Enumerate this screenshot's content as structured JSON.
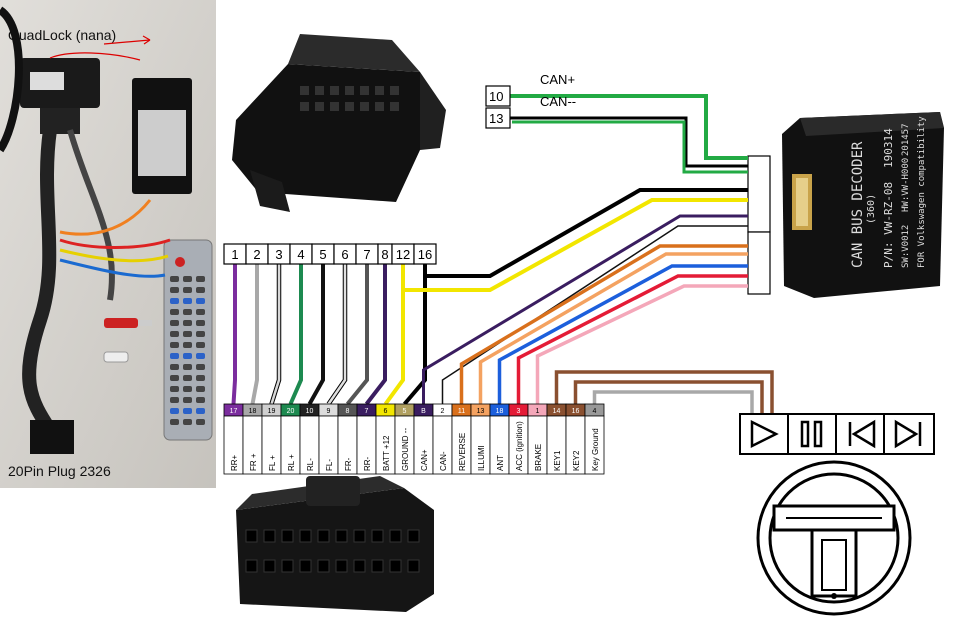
{
  "photo": {
    "top_label": "QuadLock (nana)",
    "bottom_label": "20Pin Plug 2326"
  },
  "quadlock_pins": [
    "1",
    "2",
    "3",
    "4",
    "5",
    "6",
    "7",
    "8",
    "12",
    "16"
  ],
  "can_inputs": [
    {
      "pin": "10",
      "label": "CAN+"
    },
    {
      "pin": "13",
      "label": "CAN--"
    }
  ],
  "plug_20pin": [
    {
      "num": "17",
      "signal": "RR+"
    },
    {
      "num": "18",
      "signal": "FR +"
    },
    {
      "num": "19",
      "signal": "FL +"
    },
    {
      "num": "20",
      "signal": "RL +"
    },
    {
      "num": "10",
      "signal": "RL-"
    },
    {
      "num": "9",
      "signal": "FL-"
    },
    {
      "num": "8",
      "signal": "FR-"
    },
    {
      "num": "7",
      "signal": "RR-"
    },
    {
      "num": "6",
      "signal": "BATT +12"
    },
    {
      "num": "5",
      "signal": "GROUND --"
    },
    {
      "num": "B",
      "signal": "CAN+"
    },
    {
      "num": "2",
      "signal": "CAN-"
    },
    {
      "num": "11",
      "signal": "REVERSE"
    },
    {
      "num": "13",
      "signal": "ILLUMI"
    },
    {
      "num": "18",
      "signal": "ANT"
    },
    {
      "num": "3",
      "signal": "ACC (ignition)"
    },
    {
      "num": "1",
      "signal": "BRAKE"
    },
    {
      "num": "14",
      "signal": "KEY1"
    },
    {
      "num": "16",
      "signal": "KEY2"
    },
    {
      "num": "4",
      "signal": "Key Ground"
    }
  ],
  "decoder": {
    "line1": "CAN BUS DECODER",
    "line2": "(360)",
    "line3": "P/N: VW-RZ-08",
    "line4": "190314",
    "line5": "SW:V0012",
    "line6": "HW:VW-H000",
    "line7": "201457",
    "line8": "FOR Volkswagen compatibility"
  },
  "colors": {
    "purple": "#7b2d9e",
    "grey": "#a8a8a8",
    "white_wire": "#d8d8d8",
    "green": "#1d8a50",
    "black": "#000000",
    "yellow": "#f2e600",
    "dark_purple": "#3a1d60",
    "orange": "#d9701c",
    "light_orange": "#f4a261",
    "blue": "#1c5fdc",
    "red": "#e41b36",
    "pink": "#f4a7b9",
    "brown": "#8a5030",
    "can_green": "#22aa44"
  }
}
